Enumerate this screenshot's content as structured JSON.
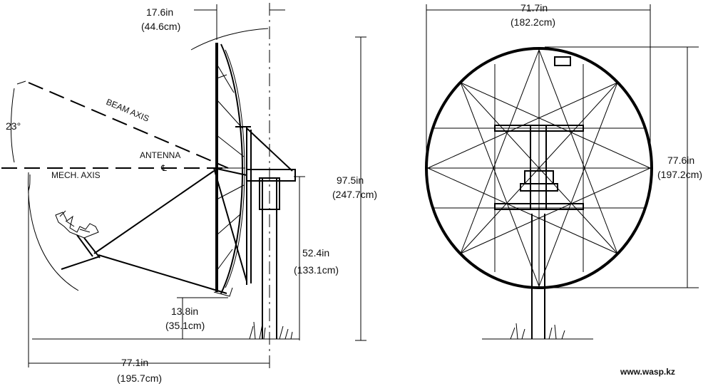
{
  "side_view": {
    "angle": "23°",
    "beam_axis": "BEAM AXIS",
    "antenna": "ANTENNA",
    "centerline": "℄",
    "mech_axis": "MECH. AXIS",
    "depth_in": "17.6in",
    "depth_cm": "(44.6cm)",
    "height_in": "97.5in",
    "height_cm": "(247.7cm)",
    "pivot_in": "52.4in",
    "pivot_cm": "(133.1cm)",
    "clearance_in": "13.8in",
    "clearance_cm": "(35.1cm)",
    "span_in": "77.1in",
    "span_cm": "(195.7cm)"
  },
  "front_view": {
    "width_in": "71.7in",
    "width_cm": "(182.2cm)",
    "height_in": "77.6in",
    "height_cm": "(197.2cm)"
  },
  "credit": "www.wasp.kz"
}
